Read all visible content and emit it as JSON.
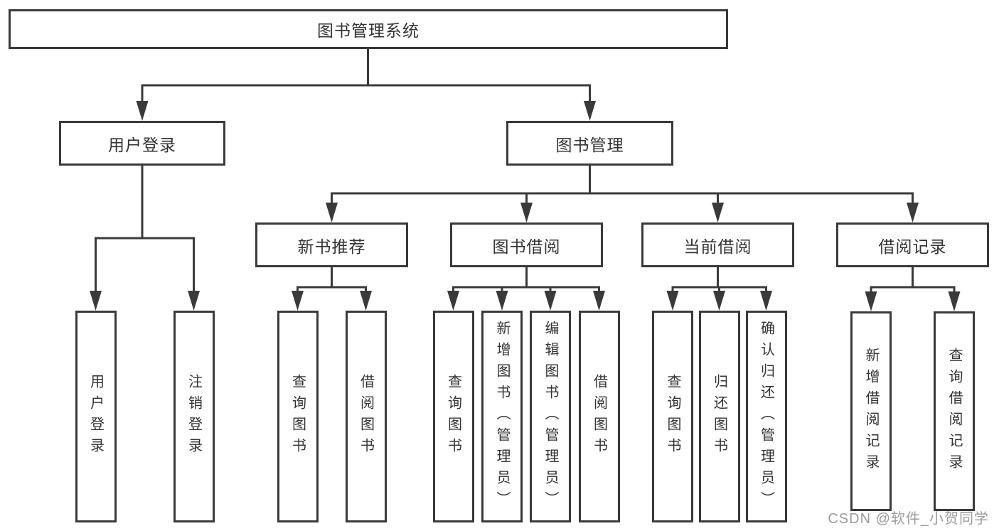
{
  "colors": {
    "line": "#3a3a3a",
    "text": "#333333",
    "watermark": "#9b9b9b",
    "background": "#ffffff"
  },
  "watermark": {
    "text": "CSDN @软件_小贺同学"
  },
  "tree": {
    "label": "图书管理系统",
    "children": [
      {
        "label": "用户登录",
        "children": [
          {
            "label": "用户登录"
          },
          {
            "label": "注销登录"
          }
        ]
      },
      {
        "label": "图书管理",
        "children": [
          {
            "label": "新书推荐",
            "children": [
              {
                "label": "查询图书"
              },
              {
                "label": "借阅图书"
              }
            ]
          },
          {
            "label": "图书借阅",
            "children": [
              {
                "label": "查询图书"
              },
              {
                "label": "新增图书（管理员）"
              },
              {
                "label": "编辑图书（管理员）"
              },
              {
                "label": "借阅图书"
              }
            ]
          },
          {
            "label": "当前借阅",
            "children": [
              {
                "label": "查询图书"
              },
              {
                "label": "归还图书"
              },
              {
                "label": "确认归还（管理员）"
              }
            ]
          },
          {
            "label": "借阅记录",
            "children": [
              {
                "label": "新增借阅记录"
              },
              {
                "label": "查询借阅记录"
              }
            ]
          }
        ]
      }
    ]
  }
}
